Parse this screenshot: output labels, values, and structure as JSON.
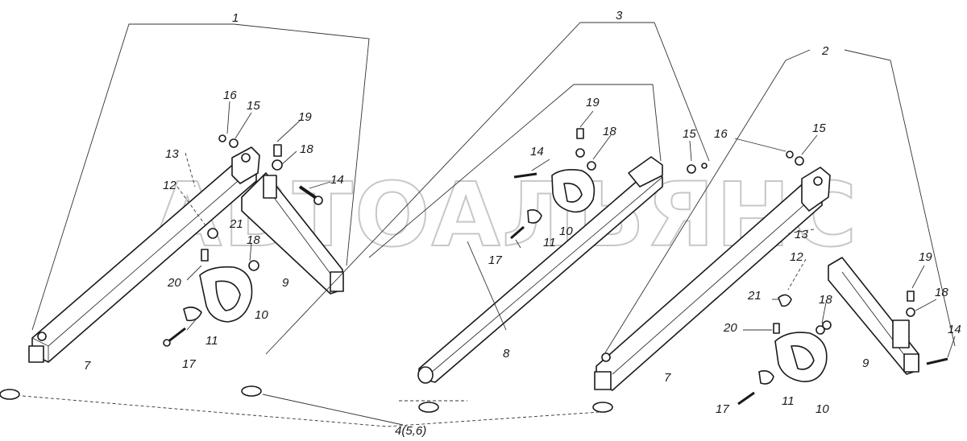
{
  "watermark": "АВТОАЛЬЯНС",
  "callouts": {
    "a1": "1",
    "a2": "2",
    "a3": "3",
    "a4": "4(5,6)",
    "l7": "7",
    "l16": "16",
    "l15": "15",
    "l19": "19",
    "l18": "18",
    "l13": "13",
    "l12": "12",
    "l14": "14",
    "l21": "21",
    "l18b": "18",
    "l9": "9",
    "l20": "20",
    "l10": "10",
    "l11": "11",
    "l17": "17",
    "m19": "19",
    "m18": "18",
    "m14": "14",
    "m11": "11",
    "m10": "10",
    "m17": "17",
    "m8": "8",
    "m15": "15",
    "m16": "16",
    "r15": "15",
    "r13": "13",
    "r12": "12",
    "r21": "21",
    "r20": "20",
    "r18": "18",
    "r19": "19",
    "r18b": "18",
    "r14": "14",
    "r9": "9",
    "r7": "7",
    "r11": "11",
    "r17": "17",
    "r10": "10"
  }
}
